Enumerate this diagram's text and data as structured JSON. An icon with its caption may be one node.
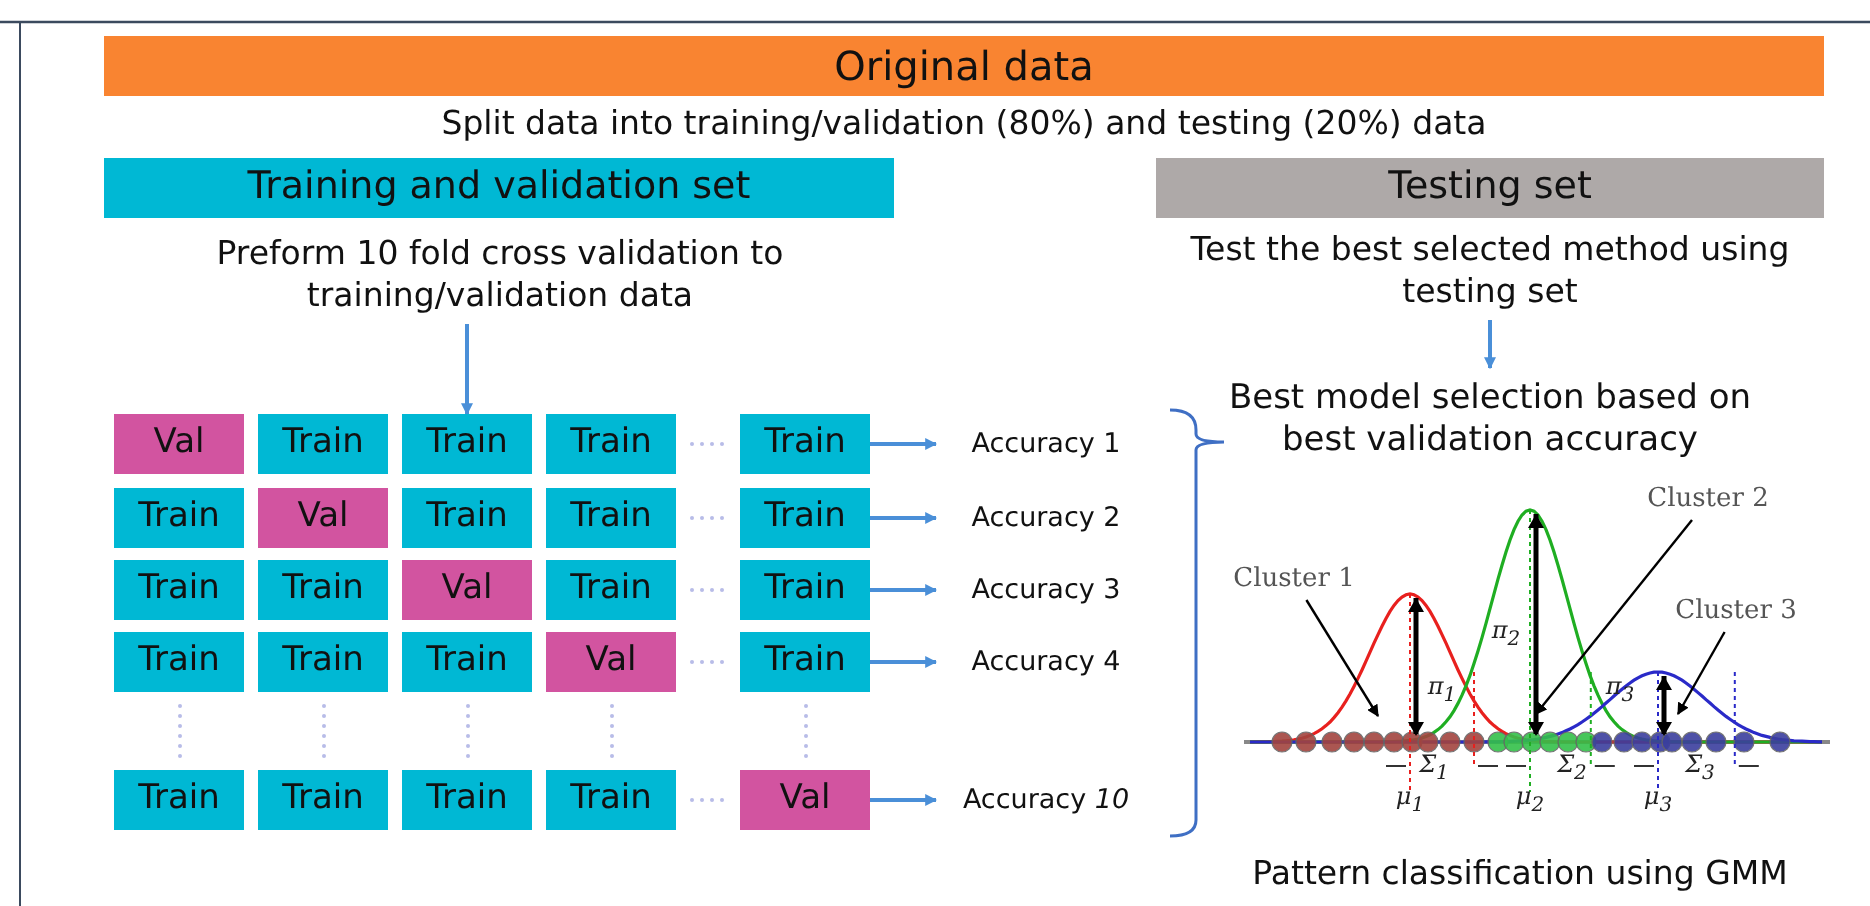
{
  "diagram": {
    "caption": "Pattern classification using GMM",
    "nodes": [
      {
        "text": [
          "Original data"
        ]
      },
      {
        "text": [
          "Training and validation set"
        ]
      },
      {
        "text": [
          "Testing set"
        ]
      },
      {
        "text": [
          "Preform 10 fold cross validation to training/validation data"
        ]
      },
      {
        "text": [
          "Test the best selected method using testing set"
        ]
      },
      {
        "text": [
          "Best model selection based on best validation accuracy"
        ]
      },
      {
        "text": [
          "Val"
        ]
      },
      {
        "text": [
          "Train"
        ]
      },
      {
        "text": [
          "Train"
        ]
      },
      {
        "text": [
          "Train"
        ]
      },
      {
        "text": [
          "Train"
        ]
      },
      {
        "text": [
          "Accuracy 1"
        ]
      },
      {
        "text": [
          "Train"
        ]
      },
      {
        "text": [
          "Val"
        ]
      },
      {
        "text": [
          "Train"
        ]
      },
      {
        "text": [
          "Train"
        ]
      },
      {
        "text": [
          "Train"
        ]
      },
      {
        "text": [
          "Accuracy 2"
        ]
      },
      {
        "text": [
          "Train"
        ]
      },
      {
        "text": [
          "Train"
        ]
      },
      {
        "text": [
          "Val"
        ]
      },
      {
        "text": [
          "Train"
        ]
      },
      {
        "text": [
          "Train"
        ]
      },
      {
        "text": [
          "Accuracy 3"
        ]
      },
      {
        "text": [
          "Train"
        ]
      },
      {
        "text": [
          "Train"
        ]
      },
      {
        "text": [
          "Train"
        ]
      },
      {
        "text": [
          "Val"
        ]
      },
      {
        "text": [
          "Train"
        ]
      },
      {
        "text": [
          "Accuracy 4"
        ]
      },
      {
        "text": [
          "Train"
        ]
      },
      {
        "text": [
          "Train"
        ]
      },
      {
        "text": [
          "Train"
        ]
      },
      {
        "text": [
          "Train"
        ]
      },
      {
        "text": [
          "Val"
        ]
      },
      {
        "text": [
          "Accuracy *10*"
        ]
      },
      {
        "text": [
          "Cluster 1"
        ]
      },
      {
        "text": [
          "Cluster 2"
        ]
      },
      {
        "text": [
          "Cluster 3"
        ]
      }
    ],
    "edges": [
      {
        "from": 3,
        "to": 8,
        "arrow": "to"
      },
      {
        "from": 4,
        "to": 5,
        "arrow": "to"
      },
      {
        "from": 10,
        "to": 11,
        "arrow": "to"
      },
      {
        "from": 16,
        "to": 17,
        "arrow": "to"
      },
      {
        "from": 22,
        "to": 23,
        "arrow": "to"
      },
      {
        "from": 28,
        "to": 29,
        "arrow": "to"
      },
      {
        "from": 34,
        "to": 35,
        "arrow": "to"
      },
      {
        "from": 36,
        "to": null,
        "arrow": "to",
        "color": "#000000"
      },
      {
        "from": 37,
        "to": null,
        "arrow": "to",
        "color": "#000000"
      },
      {
        "from": 38,
        "to": null,
        "arrow": "to",
        "color": "#000000"
      }
    ],
    "labels": [
      "Split data into training/validation (80%) and testing (20%) data",
      "π$_{1}$",
      "π$_{2}$",
      "π$_{3}$",
      "Σ$_{1}$",
      "Σ$_{2}$",
      "Σ$_{3}$",
      "μ$_{1}$",
      "μ$_{2}$",
      "μ$_{3}$"
    ]
  }
}
